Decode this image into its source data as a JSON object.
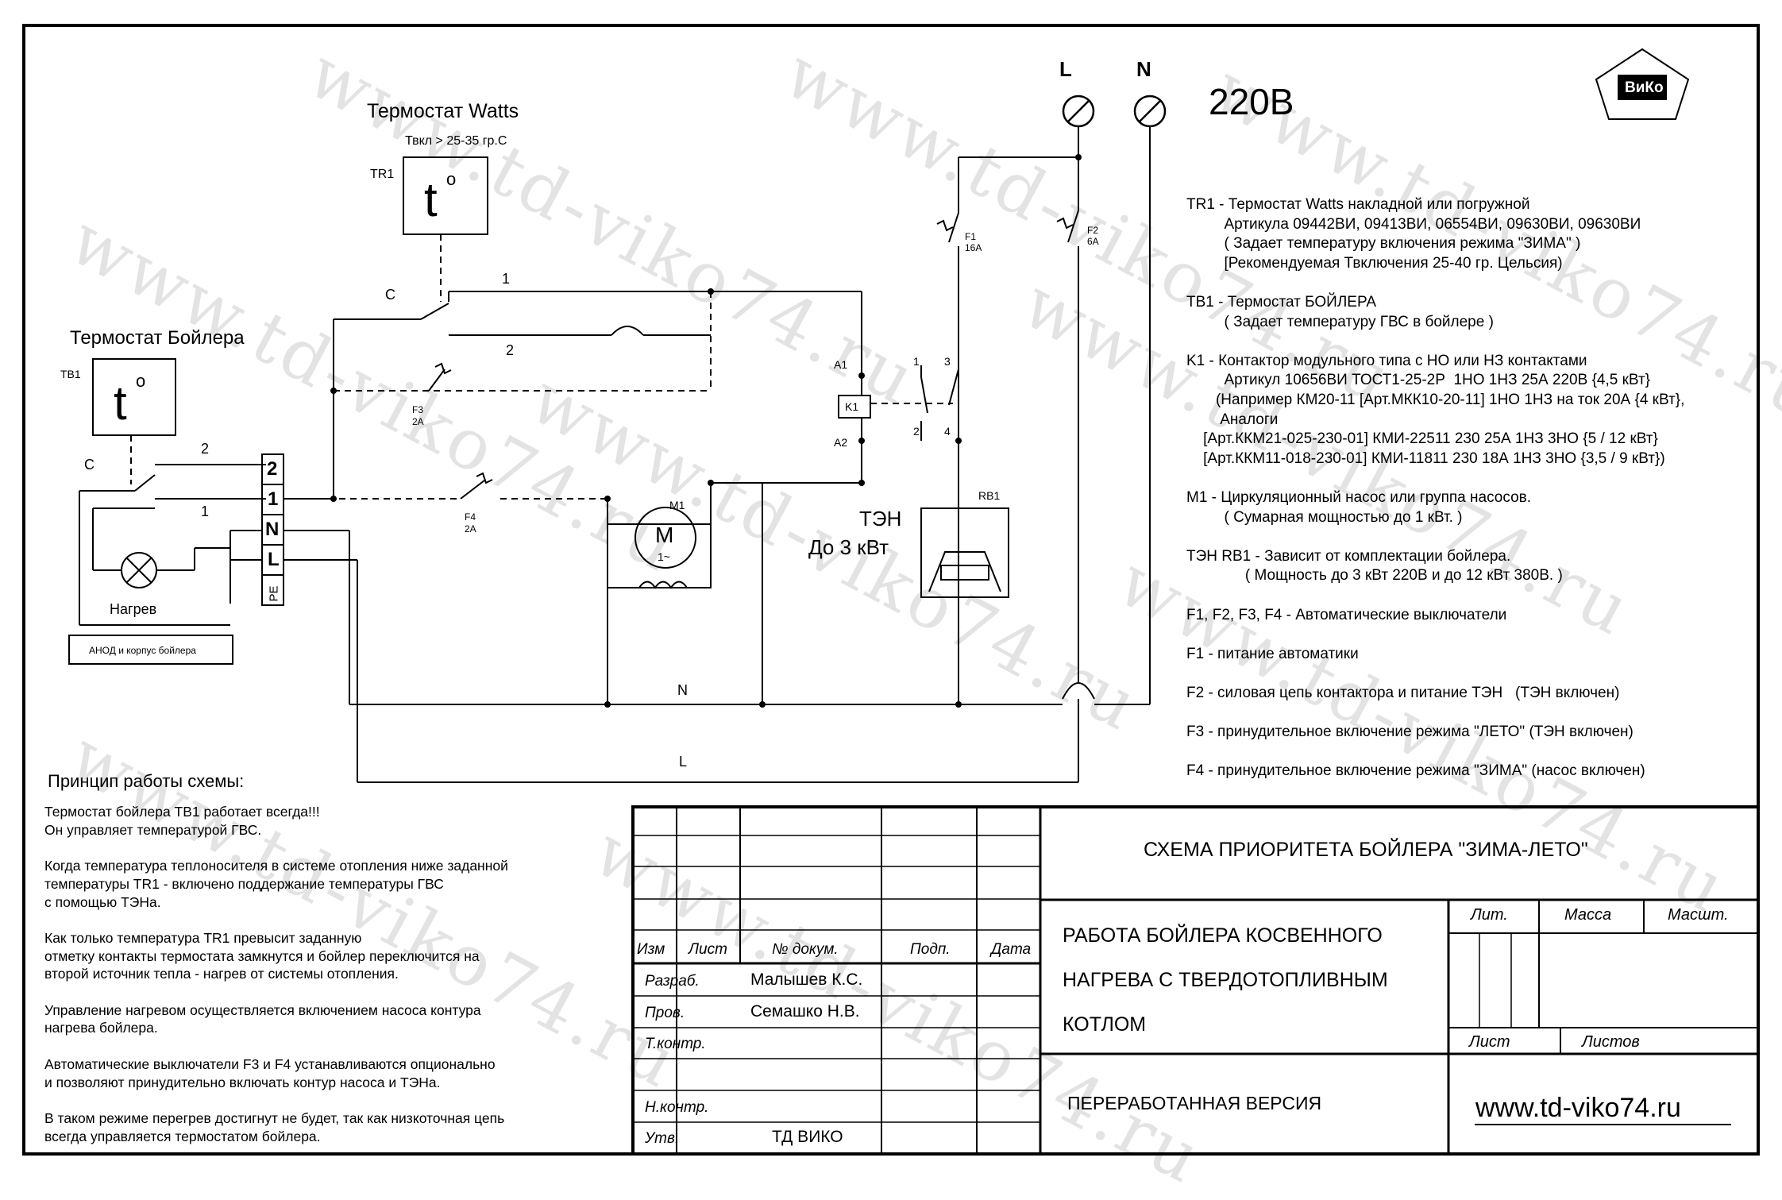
{
  "diagram": {
    "supply": {
      "phase_label": "L",
      "neutral_label": "N",
      "voltage": "220В"
    },
    "logo_text": "ВиКо",
    "thermostat_watts": {
      "title": "Термостат Watts",
      "id": "TR1",
      "setpoint": "Твкл > 25-35 гр.С",
      "symbol": "t",
      "contact_c": "C",
      "contact_1": "1",
      "contact_2": "2"
    },
    "thermostat_boiler": {
      "title": "Термостат Бойлера",
      "id": "TB1",
      "symbol": "t",
      "contact_c": "C",
      "contact_2": "2",
      "contact_1": "1"
    },
    "terminals": [
      "2",
      "1",
      "N",
      "L",
      "PE"
    ],
    "lamp_label": "Нагрев",
    "anode_label": "АНОД и корпус бойлера",
    "breakers": {
      "f1": {
        "id": "F1",
        "rating": "16A"
      },
      "f2": {
        "id": "F2",
        "rating": "6A"
      },
      "f3": {
        "id": "F3",
        "rating": "2A"
      },
      "f4": {
        "id": "F4",
        "rating": "2A"
      }
    },
    "contactor": {
      "id": "K1",
      "a1": "A1",
      "a2": "A2",
      "p1": "1",
      "p2": "2",
      "p3": "3",
      "p4": "4"
    },
    "pump": {
      "id": "M1",
      "symbol": "M",
      "phase": "1~"
    },
    "heater": {
      "id": "RB1",
      "label_line1": "ТЭН",
      "label_line2": "До 3 кВт"
    },
    "bus_n": "N",
    "bus_l": "L",
    "watermark": "www.td-viko74.ru"
  },
  "legend": [
    "TR1 - Термостат Watts накладной или погружной",
    "         Артикула 09442ВИ, 09413ВИ, 06554ВИ, 09630ВИ, 09630ВИ",
    "         ( Задает температуру включения режима \"ЗИМА\" )",
    "         [Рекомендуемая Твключения 25-40 гр. Цельсия)",
    "",
    "TB1 - Термостат БОЙЛЕРА",
    "         ( Задает температуру ГВС в бойлере )",
    "",
    "K1 - Контактор модульного типа с НО или НЗ контактами",
    "         Артикул 10656ВИ ТОСТ1-25-2Р  1НО 1НЗ 25А 220В {4,5 кВт}",
    "       (Например КМ20-11 [Арт.МКК10-20-11] 1НО 1НЗ на ток 20А {4 кВт},",
    "        Аналоги",
    "    [Арт.ККМ21-025-230-01] КМИ-22511 230 25А 1НЗ 3НО {5 / 12 кВт}",
    "    [Арт.ККМ11-018-230-01] КМИ-11811 230 18А 1НЗ 3НО {3,5 / 9 кВт})",
    "",
    "M1 - Циркуляционный насос или группа насосов.",
    "         ( Сумарная мощностью до 1 кВт. )",
    "",
    "ТЭН RB1 - Зависит от комплектации бойлера.",
    "              ( Мощность до 3 кВт 220В и до 12 кВт 380В. )",
    "",
    "F1, F2, F3, F4 - Автоматические выключатели",
    "",
    "F1 - питание автоматики",
    "",
    "F2 - силовая цепь контактора и питание ТЭН   (ТЭН включен)",
    "",
    "F3 - принудительное включение режима \"ЛЕТО\" (ТЭН включен)",
    "",
    "F4 - принудительное включение режима \"ЗИМА\" (насос включен)"
  ],
  "principle": {
    "title": "Принцип работы схемы:",
    "lines": [
      "Термостат бойлера TB1 работает всегда!!!",
      "Он управляет температурой ГВС.",
      "",
      "Когда температура теплоносителя в системе отопления ниже заданной",
      "температуры TR1 - включено поддержание температуры ГВС",
      "с помощью ТЭНа.",
      "",
      "Как только температура TR1 превысит заданную",
      "отметку контакты термостата замкнутся и бойлер переключится на",
      "второй источник тепла - нагрев от системы отопления.",
      "",
      "Управление нагревом осуществляется включением насоса контура",
      "нагрева бойлера.",
      "",
      "Автоматические выключатели F3 и F4 устанавливаются опционально",
      "и позволяют принудительно включать контур насоса и ТЭНа.",
      "",
      "В таком режиме перегрев достигнут не будет, так как низкоточная цепь",
      "всегда управляется термостатом бойлера."
    ]
  },
  "stamp": {
    "headers": {
      "izm": "Изм",
      "list": "Лист",
      "doc": "№ докум.",
      "sign": "Подп.",
      "date": "Дата"
    },
    "roles": [
      "Разраб.",
      "Пров.",
      "Т.контр.",
      "",
      "Н.контр.",
      "Утв."
    ],
    "names": [
      "Малышев К.С.",
      "Семашко Н.В.",
      "",
      "",
      "",
      "ТД ВИКО"
    ],
    "title": "СХЕМА ПРИОРИТЕТА БОЙЛЕРА \"ЗИМА-ЛЕТО\"",
    "subtitle_lines": [
      "РАБОТА БОЙЛЕРА КОСВЕННОГО",
      "НАГРЕВА С ТВЕРДОТОПЛИВНЫМ",
      "КОТЛОМ"
    ],
    "lit": "Лит.",
    "massa": "Масса",
    "masht": "Масшт.",
    "sheet": "Лист",
    "sheets": "Листов",
    "version": "ПЕРЕРАБОТАННАЯ ВЕРСИЯ",
    "site": "www.td-viko74.ru"
  }
}
